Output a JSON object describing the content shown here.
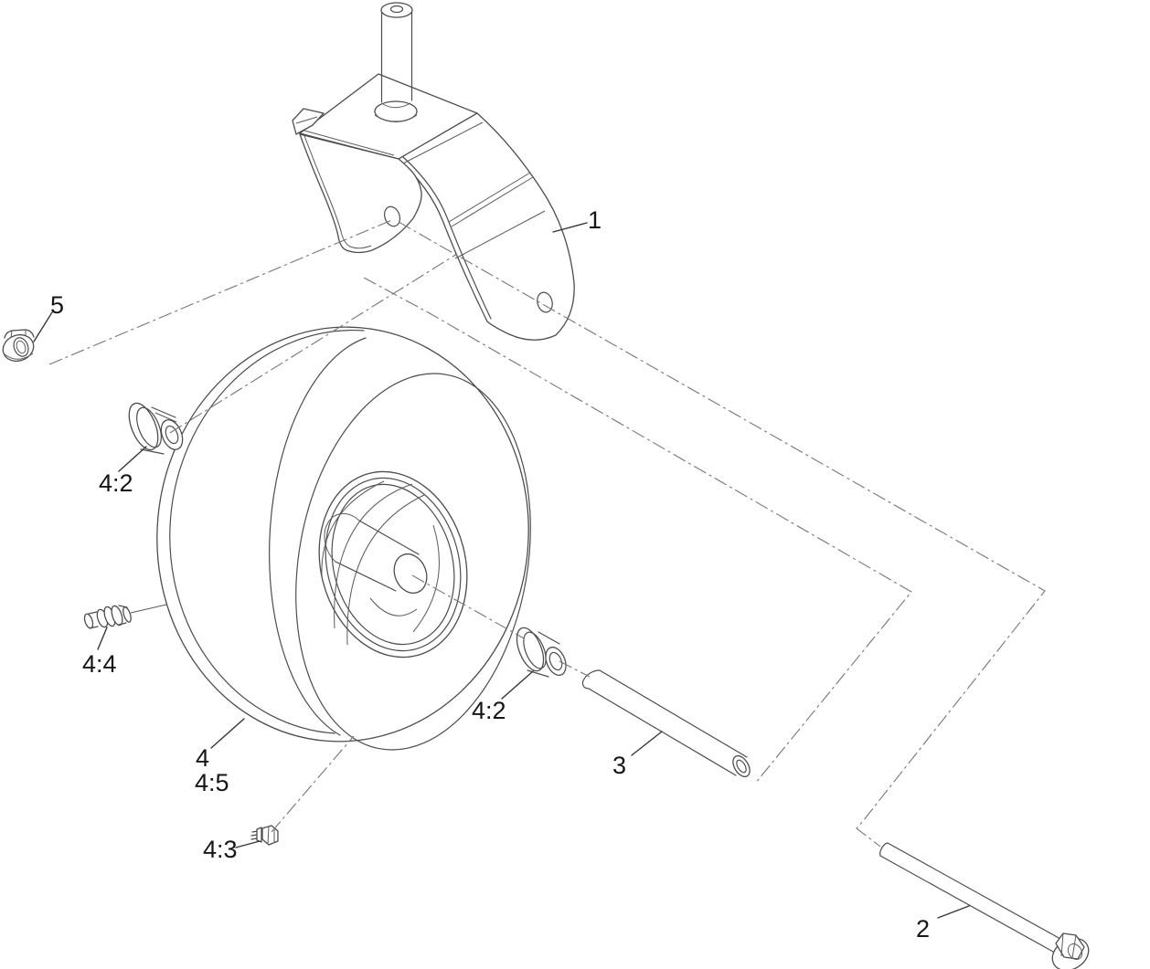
{
  "diagram": {
    "title": "Caster wheel assembly exploded parts diagram",
    "background_color": "#ffffff",
    "line_color": "#4d4d4d",
    "phantom_line_color": "#767676",
    "label_color": "#161616",
    "callouts": [
      {
        "id": "callout-1",
        "text": "1",
        "part": "caster-fork"
      },
      {
        "id": "callout-5",
        "text": "5",
        "part": "flange-nut"
      },
      {
        "id": "callout-4-2-upper",
        "text": "4:2",
        "part": "flange-bushing-upper"
      },
      {
        "id": "callout-4-4",
        "text": "4:4",
        "part": "valve-stem"
      },
      {
        "id": "callout-4",
        "text": "4",
        "part": "wheel-assembly"
      },
      {
        "id": "callout-4-5",
        "text": "4:5",
        "part": "tire"
      },
      {
        "id": "callout-4-3",
        "text": "4:3",
        "part": "rim-bolt"
      },
      {
        "id": "callout-4-2-lower",
        "text": "4:2",
        "part": "flange-bushing-lower"
      },
      {
        "id": "callout-3",
        "text": "3",
        "part": "spacer-tube"
      },
      {
        "id": "callout-2",
        "text": "2",
        "part": "axle-bolt"
      }
    ]
  }
}
